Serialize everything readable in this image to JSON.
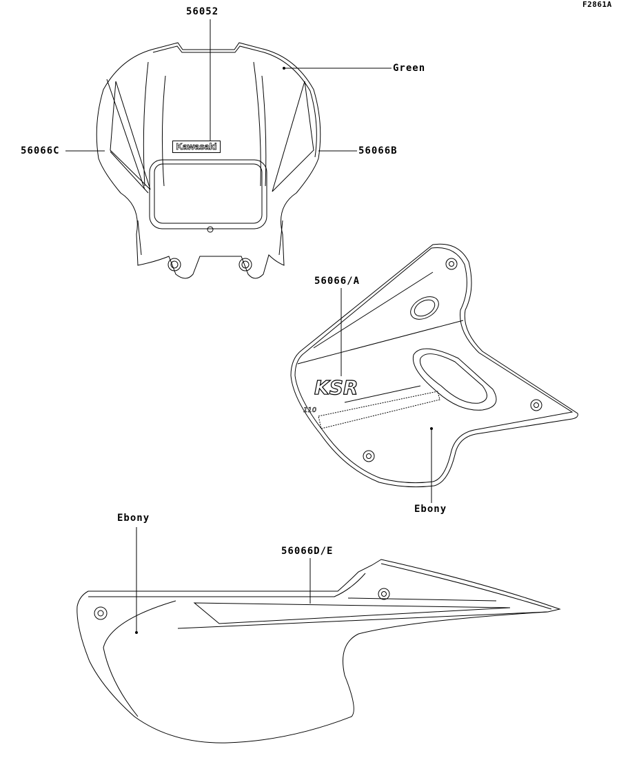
{
  "figure_id": "F2861A",
  "labels": {
    "headlight_decal": "56052",
    "headlight_color": "Green",
    "left_stripe": "56066C",
    "right_stripe": "56066B",
    "side_cover_decal": "56066/A",
    "side_cover_color": "Ebony",
    "rear_cover_color": "Ebony",
    "rear_cover_decal": "56066D/E"
  },
  "logos": {
    "brand_badge": "Kawasaki",
    "model_badge": "KSR",
    "model_number": "110"
  },
  "colors": {
    "line": "#000000",
    "background": "#ffffff"
  }
}
